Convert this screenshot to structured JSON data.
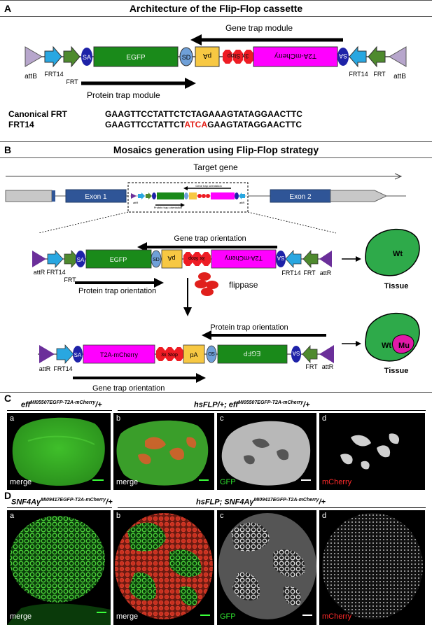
{
  "sectionA": {
    "letter": "A",
    "title": "Architecture of the Flip-Flop cassette",
    "gene_trap_module": "Gene trap module",
    "protein_trap_module": "Protein trap module",
    "elements": {
      "attB": "attB",
      "frt14": "FRT14",
      "frt": "FRT",
      "sa": "SA",
      "egfp": "EGFP",
      "sd": "SD",
      "pa": "pA",
      "stop": "3x Stop",
      "t2a": "T2A-mCherry"
    },
    "canonical_label": "Canonical FRT",
    "frt14_label": "FRT14",
    "canonical_seq": "GAAGTTCCTATTCTCTAGAAAGTATAGGAACTTC",
    "frt14_seq_pre": "GAAGTTCCTATTCT",
    "frt14_seq_red": "ATCA",
    "frt14_seq_post": "GAAGTATAGGAACTTC"
  },
  "sectionB": {
    "letter": "B",
    "title": "Mosaics generation using Flip-Flop strategy",
    "target_gene": "Target gene",
    "exon1": "Exon 1",
    "exon2": "Exon 2",
    "mini_gene_trap": "Gene trap orientation",
    "mini_protein_trap": "Protein trap orientation",
    "gene_trap_orientation": "Gene trap orientation",
    "protein_trap_orientation": "Protein trap orientation",
    "attR": "attR",
    "flippase": "flippase",
    "wt": "Wt",
    "mu": "Mu",
    "tissue": "Tissue"
  },
  "sectionC": {
    "letter": "C",
    "left_genotype_pre": "eff",
    "left_genotype_sup": "MI05507EGFP-T2A-mCherry",
    "left_genotype_post": "/+",
    "right_genotype_pre": "hsFLP/+; eff",
    "right_genotype_sup": "MI05507EGFP-T2A-mCherry",
    "right_genotype_post": "/+",
    "panels": [
      {
        "letter": "a",
        "label": "merge"
      },
      {
        "letter": "b",
        "label": "merge"
      },
      {
        "letter": "c",
        "label": "GFP"
      },
      {
        "letter": "d",
        "label": "mCherry"
      }
    ]
  },
  "sectionD": {
    "letter": "D",
    "left_genotype_pre": "SNF4Aγ",
    "left_genotype_sup": "MI09417EGFP-T2A-mCherry",
    "left_genotype_post": "/+",
    "right_genotype_pre": "hsFLP; SNF4Aγ",
    "right_genotype_sup": "MI09417EGFP-T2A-mCherry",
    "right_genotype_post": "/+",
    "panels": [
      {
        "letter": "a",
        "label": "merge"
      },
      {
        "letter": "b",
        "label": "merge"
      },
      {
        "letter": "c",
        "label": "GFP"
      },
      {
        "letter": "d",
        "label": "mCherry"
      }
    ]
  },
  "colors": {
    "egfp": "#1a8a1a",
    "t2a": "#ff00ff",
    "stop": "#ee1c24",
    "pa": "#f7c843",
    "sa": "#1e22a8",
    "sd": "#6fa0d8",
    "frt14": "#29a7e1",
    "frt": "#4e8a2e",
    "attB": "#b7a6cc",
    "attR": "#6b2f9a",
    "exon": "#2f5597",
    "tissue": "#2eaa4a",
    "mu": "#e11aa8"
  }
}
